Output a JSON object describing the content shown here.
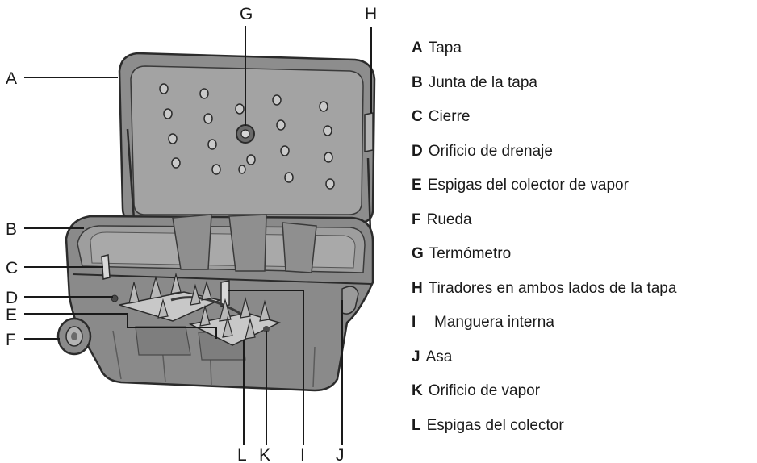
{
  "callout_letters": {
    "A": "A",
    "B": "B",
    "C": "C",
    "D": "D",
    "E": "E",
    "F": "F",
    "G": "G",
    "H": "H",
    "I": "I",
    "J": "J",
    "K": "K",
    "L": "L"
  },
  "legend": [
    {
      "key": "A",
      "label": "Tapa"
    },
    {
      "key": "B",
      "label": "Junta de la tapa"
    },
    {
      "key": "C",
      "label": "Cierre"
    },
    {
      "key": "D",
      "label": "Orificio de drenaje"
    },
    {
      "key": "E",
      "label": "Espigas del colector de vapor"
    },
    {
      "key": "F",
      "label": "Rueda"
    },
    {
      "key": "G",
      "label": "Termómetro"
    },
    {
      "key": "H",
      "label": "Tiradores en ambos lados de la tapa"
    },
    {
      "key": "I",
      "label": "Manguera interna"
    },
    {
      "key": "J",
      "label": "Asa"
    },
    {
      "key": "K",
      "label": "Orificio de vapor"
    },
    {
      "key": "L",
      "label": "Espigas del colector"
    }
  ],
  "colors": {
    "body": "#8a8a8a",
    "body_dark": "#6f6f6f",
    "interior": "#9c9c9c",
    "outline": "#2b2b2b",
    "manifold": "#c9c9c9",
    "leader_line": "#1a1a1a"
  }
}
